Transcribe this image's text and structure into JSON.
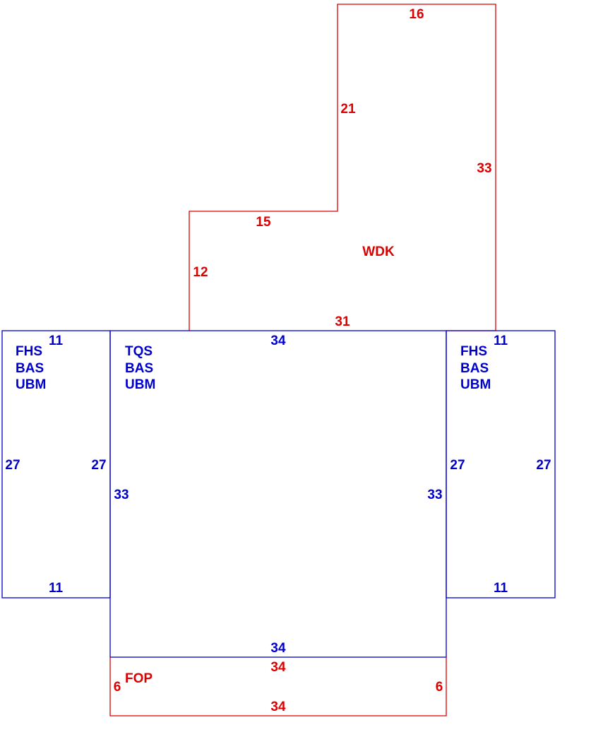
{
  "colors": {
    "structure": "#0000cc",
    "addition": "#dd0000"
  },
  "areas": {
    "left_wing": {
      "codes": [
        "FHS",
        "BAS",
        "UBM"
      ],
      "dims": {
        "top": "11",
        "bottom": "11",
        "left": "27",
        "right": "27"
      }
    },
    "main": {
      "codes": [
        "TQS",
        "BAS",
        "UBM"
      ],
      "dims": {
        "top": "34",
        "bottom": "34",
        "left": "33",
        "right": "33"
      }
    },
    "right_wing": {
      "codes": [
        "FHS",
        "BAS",
        "UBM"
      ],
      "dims": {
        "top": "11",
        "bottom": "11",
        "left": "27",
        "right": "27"
      }
    },
    "deck": {
      "code": "WDK",
      "dims": {
        "top": "16",
        "step_vertical": "21",
        "right": "33",
        "step_horizontal": "15",
        "left": "12",
        "bottom": "31"
      }
    },
    "porch": {
      "code": "FOP",
      "dims": {
        "top": "34",
        "bottom": "34",
        "left": "6",
        "right": "6"
      }
    }
  }
}
